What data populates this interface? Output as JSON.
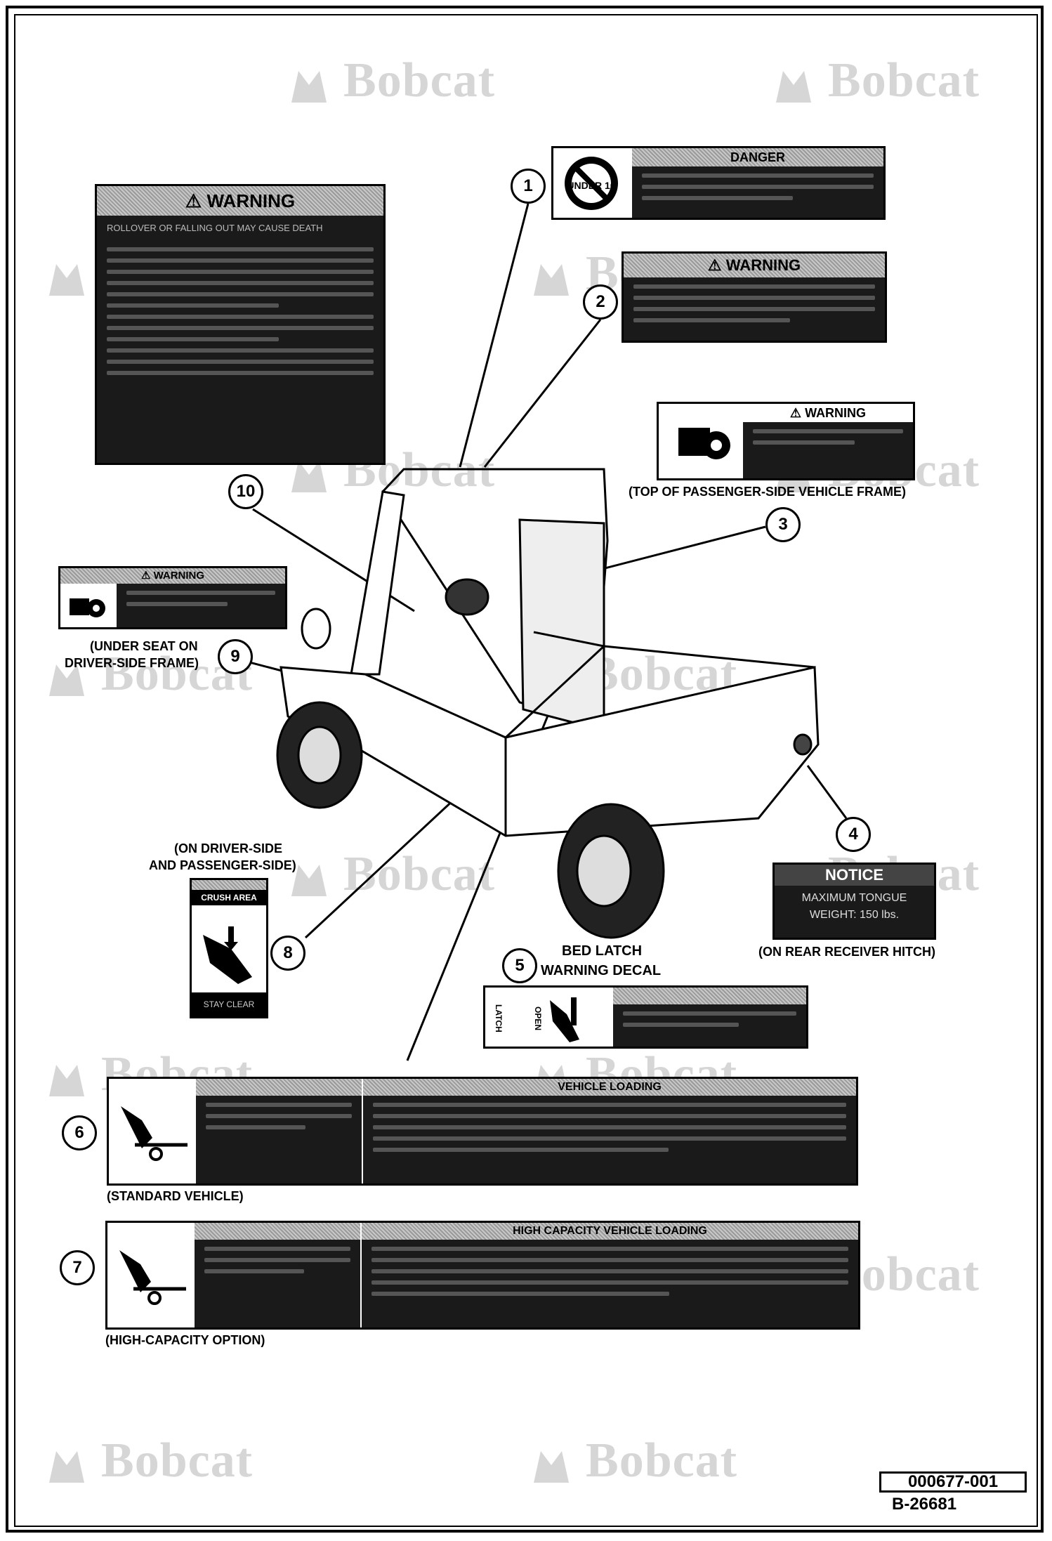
{
  "watermark": "Bobcat",
  "decal1": {
    "pictogram_text": "UNDER 16",
    "header": "DANGER"
  },
  "decal2": {
    "header": "WARNING"
  },
  "decal3": {
    "header": "WARNING",
    "location": "(TOP OF PASSENGER-SIDE VEHICLE FRAME)"
  },
  "decal4": {
    "header": "NOTICE",
    "line1": "MAXIMUM TONGUE",
    "line2": "WEIGHT: 150 lbs.",
    "location": "(ON REAR RECEIVER HITCH)"
  },
  "decal5": {
    "title_line1": "BED LATCH",
    "title_line2": "WARNING DECAL",
    "latch_label": "LATCH",
    "open_label": "OPEN"
  },
  "decal6": {
    "header_right": "VEHICLE LOADING",
    "location": "(STANDARD VEHICLE)"
  },
  "decal7": {
    "header_right": "HIGH CAPACITY VEHICLE LOADING",
    "location": "(HIGH-CAPACITY OPTION)"
  },
  "decal8": {
    "header": "CRUSH AREA",
    "footer": "STAY CLEAR",
    "location_line1": "(ON DRIVER-SIDE",
    "location_line2": "AND PASSENGER-SIDE)"
  },
  "decal9": {
    "header": "WARNING",
    "location_line1": "(UNDER SEAT ON",
    "location_line2": "DRIVER-SIDE FRAME)"
  },
  "decal10": {
    "header": "WARNING",
    "subheader": "ROLLOVER OR FALLING OUT MAY CAUSE DEATH"
  },
  "callouts": [
    "1",
    "2",
    "3",
    "4",
    "5",
    "6",
    "7",
    "8",
    "9",
    "10"
  ],
  "doc_number": "000677-001",
  "doc_ref": "B-26681",
  "icons": [
    "bobcat-logo-icon",
    "no-under-16-icon",
    "hand-rotating-parts-icon",
    "crush-hazard-icon",
    "trailer-hitch-icon",
    "utility-vehicle-illustration"
  ]
}
